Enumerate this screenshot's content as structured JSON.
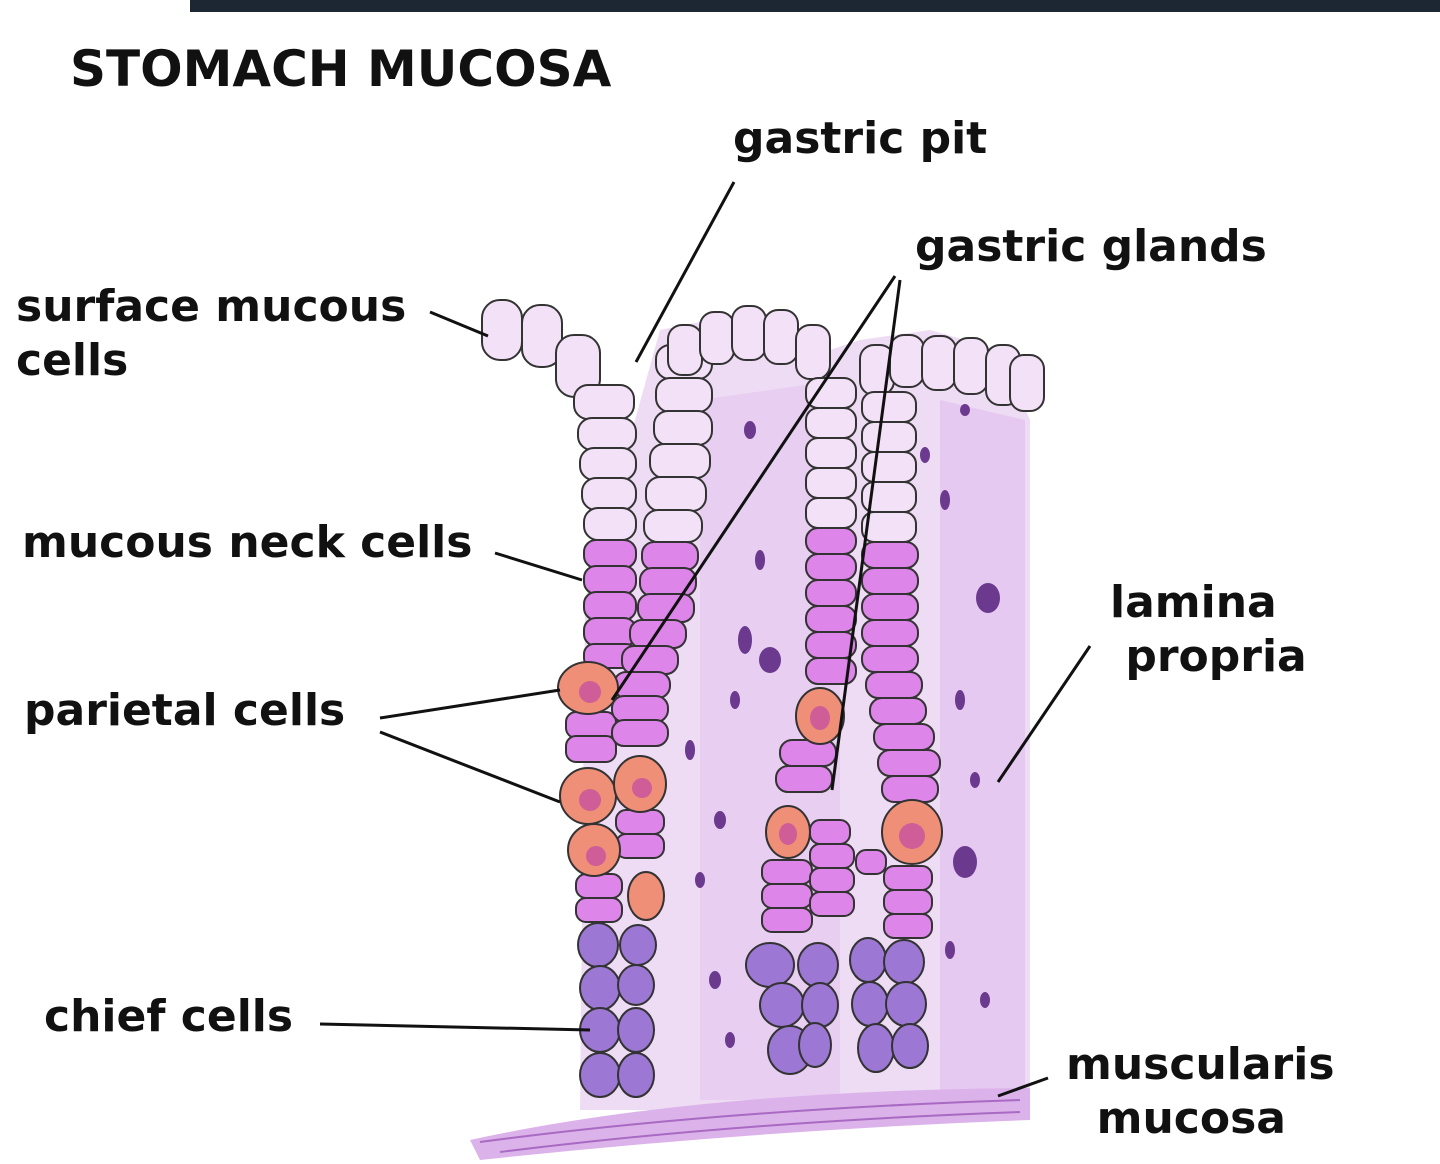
{
  "title": "STOMACH MUCOSA",
  "labels": {
    "gastric_pit": "gastric pit",
    "gastric_glands": "gastric glands",
    "surface_mucous_cells": "surface mucous\ncells",
    "mucous_neck_cells": "mucous neck cells",
    "parietal_cells": "parietal cells",
    "chief_cells": "chief cells",
    "lamina_propria": "lamina\n propria",
    "muscularis_mucosa": "muscularis\n  mucosa"
  },
  "colors": {
    "header_bar": "#1c2733",
    "surface_cell": "#f3e2f7",
    "surface_nucleus": "#c89ae0",
    "neck_cell": "#dd85e8",
    "parietal_cell": "#ef8f78",
    "parietal_nucleus": "#cf5d98",
    "chief_cell": "#9c77d4",
    "lamina_tissue": "#e9d2f1",
    "line": "#111111"
  }
}
